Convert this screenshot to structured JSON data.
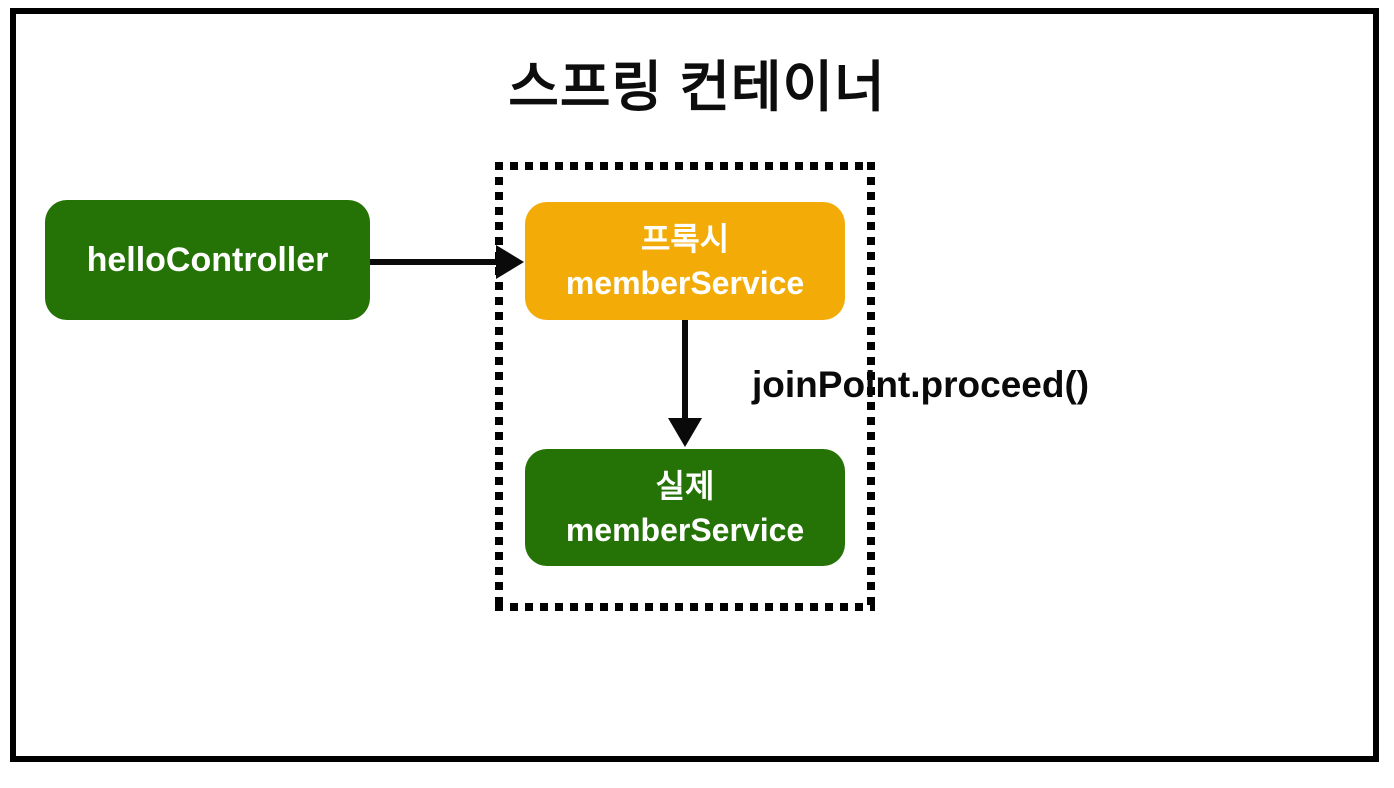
{
  "diagram": {
    "title": "스프링 컨테이너",
    "nodes": {
      "hello_controller": {
        "label": "helloController",
        "color": "#257306"
      },
      "proxy_member_service": {
        "line1": "프록시",
        "line2": "memberService",
        "color": "#f3ac07"
      },
      "real_member_service": {
        "line1": "실제",
        "line2": "memberService",
        "color": "#257306"
      }
    },
    "edges": {
      "hello_to_proxy": {
        "from": "helloController",
        "to": "프록시 memberService",
        "label": ""
      },
      "proxy_to_real": {
        "from": "프록시 memberService",
        "to": "실제 memberService",
        "label": "joinPoint.proceed()"
      }
    },
    "colors": {
      "green": "#257306",
      "orange": "#f3ac07",
      "frame": "#000000",
      "background": "#ffffff",
      "node_text": "#ffffff",
      "label_text": "#0a0a0a"
    }
  }
}
